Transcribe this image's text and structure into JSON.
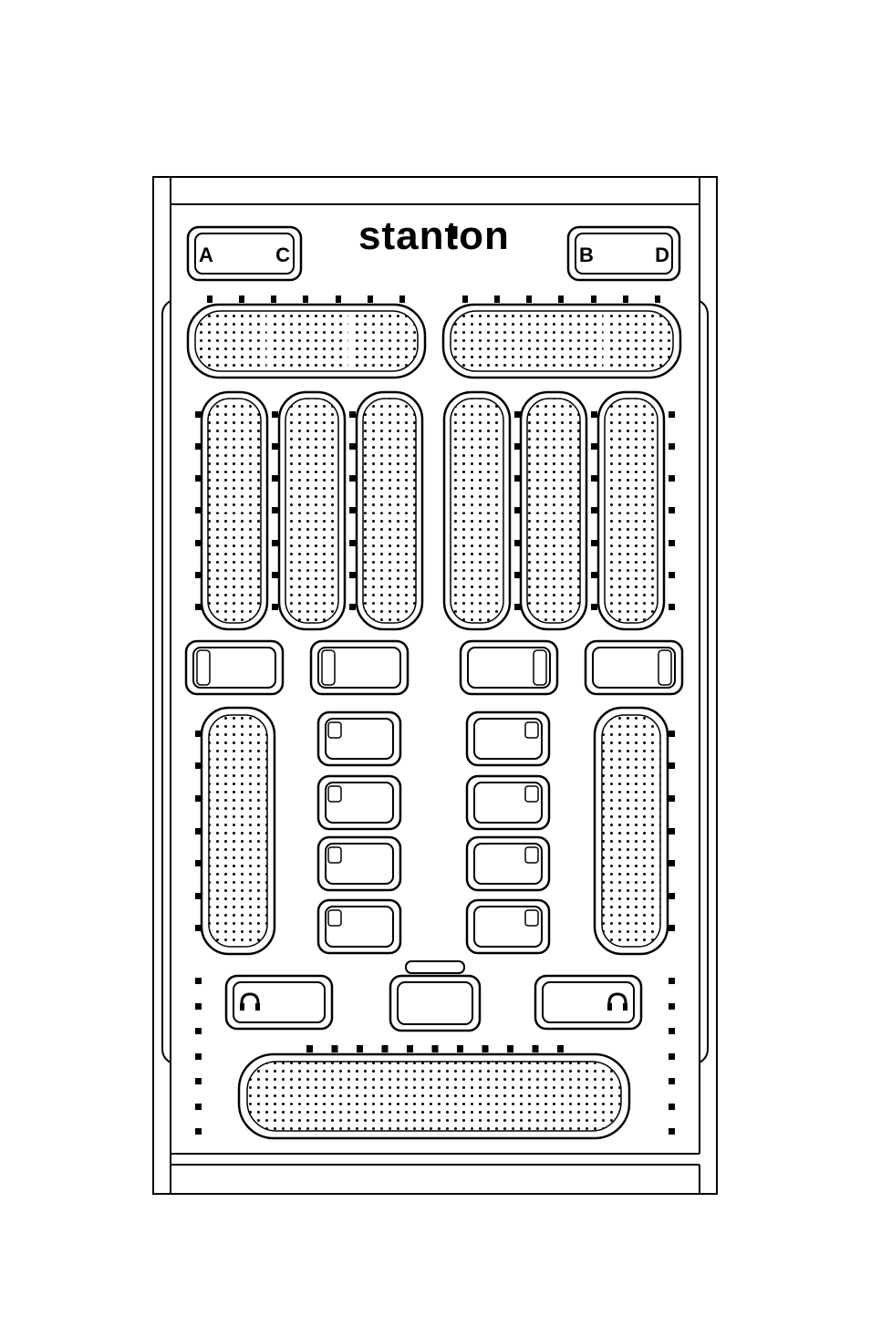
{
  "brand": {
    "name": "stanton"
  },
  "deck_switch_left": {
    "label_left": "A",
    "label_right": "C"
  },
  "deck_switch_right": {
    "label_left": "B",
    "label_right": "D"
  },
  "icons": {
    "power": "power-icon",
    "headphone": "headphones-icon"
  },
  "colors": {
    "line": "#000000",
    "background": "#ffffff"
  }
}
